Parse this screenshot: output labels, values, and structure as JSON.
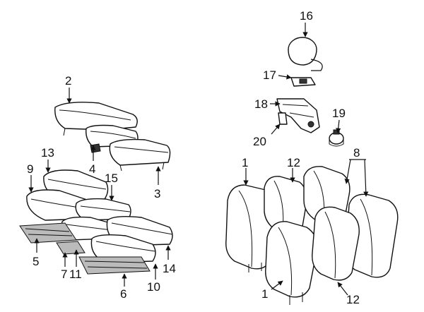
{
  "labels": {
    "l1a": "1",
    "l1b": "1",
    "l2": "2",
    "l3": "3",
    "l4": "4",
    "l5": "5",
    "l6": "6",
    "l7": "7",
    "l8": "8",
    "l9": "9",
    "l10": "10",
    "l11": "11",
    "l12a": "12",
    "l12b": "12",
    "l13": "13",
    "l14": "14",
    "l15": "15",
    "l16": "16",
    "l17": "17",
    "l18": "18",
    "l19": "19",
    "l20": "20"
  }
}
